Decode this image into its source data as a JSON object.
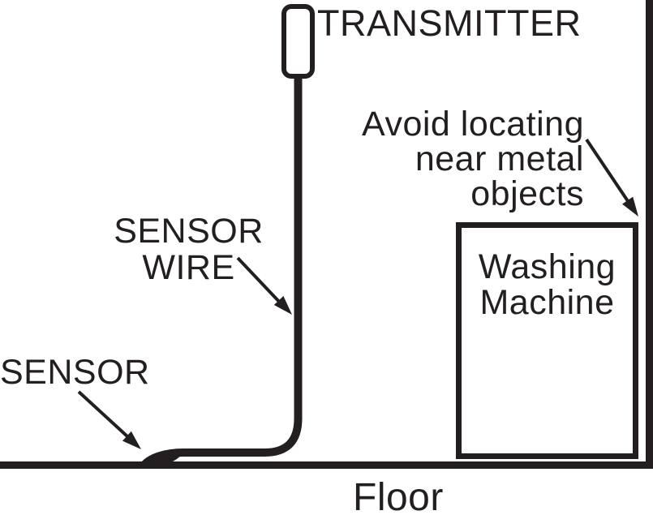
{
  "colors": {
    "ink": "#231f20",
    "background": "#ffffff"
  },
  "labels": {
    "transmitter": "TRANSMITTER",
    "sensor_wire": {
      "line1": "SENSOR",
      "line2": "WIRE"
    },
    "sensor": "SENSOR",
    "warning": {
      "line1": "Avoid locating",
      "line2": "near metal",
      "line3": "objects"
    },
    "washing_machine": {
      "line1": "Washing",
      "line2": "Machine"
    },
    "floor": "Floor"
  }
}
